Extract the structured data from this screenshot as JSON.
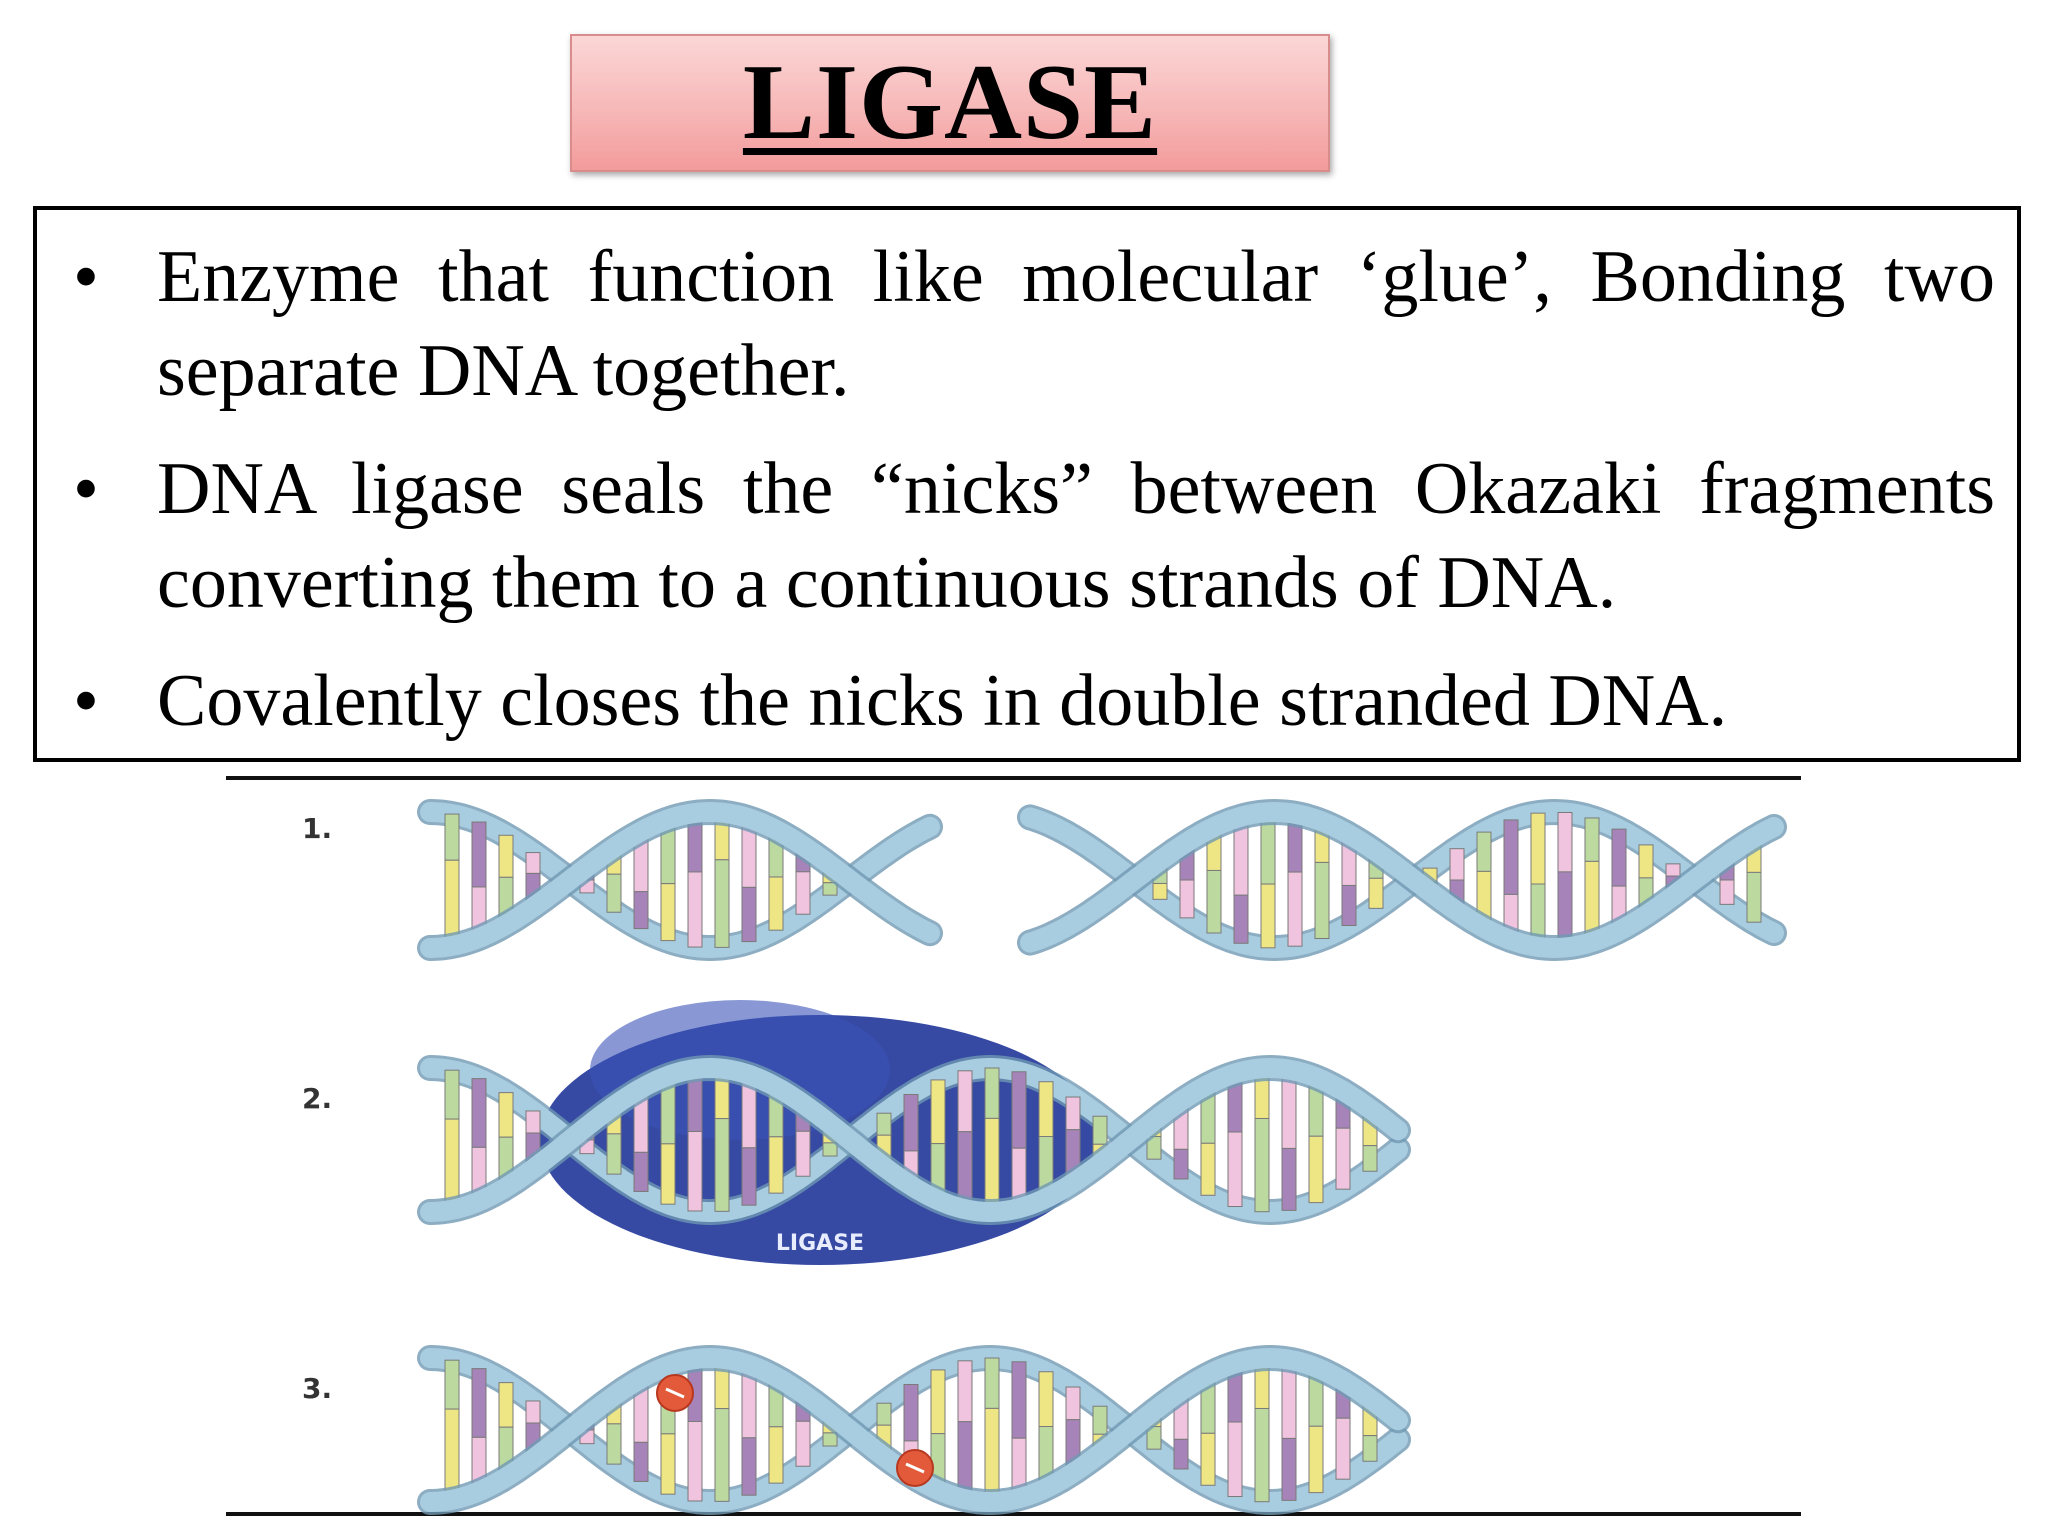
{
  "title": "LIGASE",
  "bullets": [
    "Enzyme that function like molecular ‘glue’, Bonding two separate DNA together.",
    "DNA ligase seals the “nicks” between Okazaki fragments converting them to a continuous strands of DNA.",
    "Covalently closes the nicks in double stranded DNA."
  ],
  "bullet_symbol": "•",
  "steps": [
    {
      "label": "1."
    },
    {
      "label": "2.",
      "enzyme_label": "LIGASE"
    },
    {
      "label": "3."
    }
  ],
  "colors": {
    "title_bg": "#f7b8b8",
    "backbone": "#a9cde0",
    "backbone_edge": "#6f99b3",
    "rung_green": "#bcd9a0",
    "rung_yellow": "#eee584",
    "rung_purple": "#a683b8",
    "rung_pink": "#f0c3df",
    "enzyme_blob": "#2b3f9e",
    "ligation_mark": "#e25a3a"
  }
}
